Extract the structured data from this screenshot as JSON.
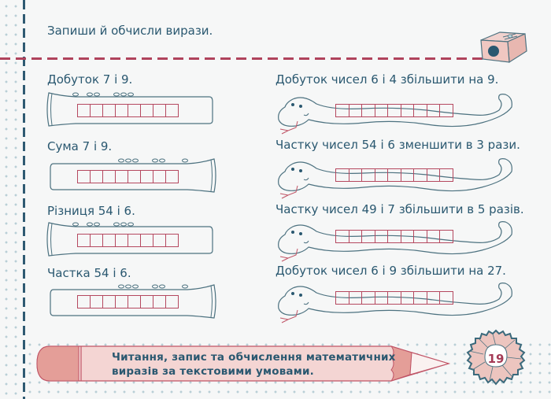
{
  "page": {
    "instruction": "Запиши й обчисли вирази.",
    "page_number": "19",
    "colors": {
      "text": "#2a5870",
      "accent_red": "#b0435c",
      "box_border": "#b5485f",
      "pencil_fill": "#f4d5d3",
      "pencil_dark": "#e49e98",
      "dots": "#b9cfd6",
      "outline": "#4d7280"
    }
  },
  "left_tasks": [
    {
      "label": "Добуток 7 і 9.",
      "boxes": 8,
      "figure": "flute-left"
    },
    {
      "label": "Сума 7 і 9.",
      "boxes": 8,
      "figure": "flute-right"
    },
    {
      "label": "Різниця 54 і 6.",
      "boxes": 8,
      "figure": "flute-left"
    },
    {
      "label": "Частка 54 і 6.",
      "boxes": 8,
      "figure": "flute-right"
    }
  ],
  "right_tasks": [
    {
      "label": "Добуток чисел 6 і 4 збільшити на 9.",
      "boxes": 9,
      "figure": "snake"
    },
    {
      "label": "Частку чисел 54 і 6 зменшити в 3 рази.",
      "boxes": 9,
      "figure": "snake"
    },
    {
      "label": "Частку чисел 49 і 7 збільшити в 5 разів.",
      "boxes": 9,
      "figure": "snake"
    },
    {
      "label": "Добуток чисел 6 і 9 збільшити на 27.",
      "boxes": 9,
      "figure": "snake"
    }
  ],
  "banner": {
    "line1": "Читання, запис та обчислення математичних",
    "line2": "виразів за текстовими умовами."
  },
  "icons": {
    "sharpener": "pencil-sharpener-icon",
    "pencil": "pencil-banner-icon",
    "badge": "pencil-shavings-badge-icon"
  }
}
